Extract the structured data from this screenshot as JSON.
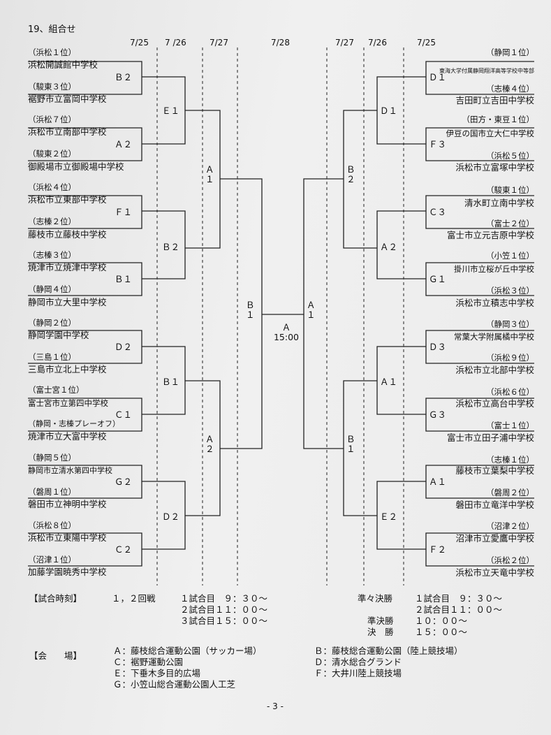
{
  "header": {
    "section": "19、組合せ"
  },
  "dates": {
    "left": [
      "7/25",
      "7 /26",
      "7/27"
    ],
    "center": "7/28",
    "right": [
      "7/27",
      "7/26",
      "7/25"
    ]
  },
  "left_teams": [
    {
      "seed": "（浜松１位）",
      "name": "浜松開誠館中学校"
    },
    {
      "seed": "（駿東３位）",
      "name": "裾野市立富岡中学校"
    },
    {
      "seed": "（浜松７位）",
      "name": "浜松市立南部中学校"
    },
    {
      "seed": "（駿東２位）",
      "name": "御殿場市立御殿場中学校"
    },
    {
      "seed": "（浜松４位）",
      "name": "浜松市立東部中学校"
    },
    {
      "seed": "（志榛２位）",
      "name": "藤枝市立藤枝中学校"
    },
    {
      "seed": "（志榛３位）",
      "name": "焼津市立焼津中学校"
    },
    {
      "seed": "（静岡４位）",
      "name": "静岡市立大里中学校"
    },
    {
      "seed": "（静岡２位）",
      "name": "静岡学園中学校"
    },
    {
      "seed": "（三島１位）",
      "name": "三島市立北上中学校"
    },
    {
      "seed": "（富士宮１位）",
      "name": "富士宮市立第四中学校"
    },
    {
      "seed": "（静岡・志榛プレーオフ）",
      "name": "焼津市立大富中学校"
    },
    {
      "seed": "（静岡５位）",
      "name": "静岡市立清水第四中学校"
    },
    {
      "seed": "（磐周１位）",
      "name": "磐田市立神明中学校"
    },
    {
      "seed": "（浜松８位）",
      "name": "浜松市立東陽中学校"
    },
    {
      "seed": "（沼津１位）",
      "name": "加藤学園暁秀中学校"
    }
  ],
  "right_teams": [
    {
      "seed": "（静岡１位）",
      "name": "東海大学付属静岡翔洋高等学校中等部"
    },
    {
      "seed": "（志榛４位）",
      "name": "吉田町立吉田中学校"
    },
    {
      "seed": "（田方・東豆１位）",
      "name": "伊豆の国市立大仁中学校"
    },
    {
      "seed": "（浜松５位）",
      "name": "浜松市立富塚中学校"
    },
    {
      "seed": "（駿東１位）",
      "name": "清水町立南中学校"
    },
    {
      "seed": "（富士２位）",
      "name": "富士市立元吉原中学校"
    },
    {
      "seed": "（小笠１位）",
      "name": "掛川市立桜が丘中学校"
    },
    {
      "seed": "（浜松３位）",
      "name": "浜松市立積志中学校"
    },
    {
      "seed": "（静岡３位）",
      "name": "常葉大学附属橘中学校"
    },
    {
      "seed": "（浜松９位）",
      "name": "浜松市立北部中学校"
    },
    {
      "seed": "（浜松６位）",
      "name": "浜松市立高台中学校"
    },
    {
      "seed": "（富士１位）",
      "name": "富士市立田子浦中学校"
    },
    {
      "seed": "（志榛１位）",
      "name": "藤枝市立葉梨中学校"
    },
    {
      "seed": "（磐周２位）",
      "name": "磐田市立竜洋中学校"
    },
    {
      "seed": "（沼津２位）",
      "name": "沼津市立愛鷹中学校"
    },
    {
      "seed": "（浜松２位）",
      "name": "浜松市立天竜中学校"
    }
  ],
  "venue_codes": {
    "left_r1": [
      "Ｂ２",
      "Ａ２",
      "Ｆ１",
      "Ｂ１",
      "Ｄ２",
      "Ｃ１",
      "Ｇ２",
      "Ｃ２"
    ],
    "left_r2": [
      "Ｅ１",
      "Ｂ２",
      "Ｂ１",
      "Ｄ２"
    ],
    "left_r3": [
      "Ａ\n１",
      "Ａ\n２"
    ],
    "left_semi": "Ｂ\n１",
    "final": "Ａ\n15:00",
    "right_semi": "Ａ\n１",
    "right_r3": [
      "Ｂ\n２",
      "Ｂ\n１"
    ],
    "right_r2": [
      "Ｄ１",
      "Ａ２",
      "Ａ１",
      "Ｅ２"
    ],
    "right_r1": [
      "Ｄ１",
      "Ｆ３",
      "Ｃ３",
      "Ｇ１",
      "Ｄ３",
      "Ｇ３",
      "Ａ１",
      "Ｆ２"
    ]
  },
  "schedule": {
    "label": "【試合時刻】",
    "rounds_12": "１，２回戦",
    "m1": "１試合目　９：３０～",
    "m2": "２試合目１１：００～",
    "m3": "３試合目１５：００～",
    "qf_label": "準々決勝",
    "qf1": "１試合目　９：３０～",
    "qf2": "２試合目１１：００～",
    "sf_label": "準決勝",
    "sf_time": "１０：００～",
    "f_label": "決　勝",
    "f_time": "１５：００～"
  },
  "venues": {
    "label": "【会　　場】",
    "A": "Ａ：藤枝総合運動公園（サッカー場）",
    "B": "Ｂ：藤枝総合運動公園（陸上競技場）",
    "C": "Ｃ：裾野運動公園",
    "D": "Ｄ：清水総合グランド",
    "E": "Ｅ：下垂木多目的広場",
    "F": "Ｆ：大井川陸上競技場",
    "G": "Ｇ：小笠山総合運動公園人工芝"
  },
  "footer": {
    "page": "- 3 -"
  }
}
